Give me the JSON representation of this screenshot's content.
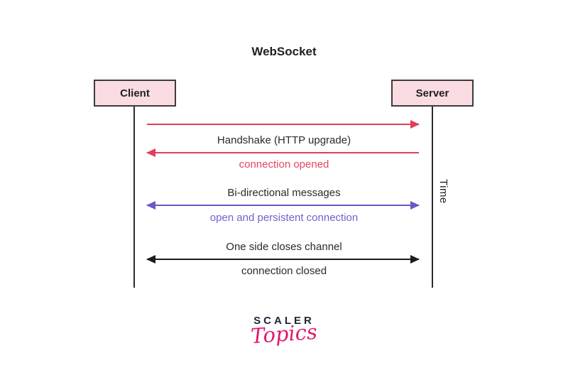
{
  "title": "WebSocket",
  "actors": {
    "client": "Client",
    "server": "Server"
  },
  "time_label": "Time",
  "sequence": [
    {
      "phase": "handshake",
      "request_arrow": "client-to-server",
      "response_arrow": "server-to-client",
      "arrow_color": "#e23e57",
      "label": "Handshake (HTTP upgrade)",
      "note": "connection opened",
      "note_color": "#e8455e"
    },
    {
      "phase": "messaging",
      "arrow": "bidirectional",
      "arrow_color": "#6759c6",
      "label": "Bi-directional messages",
      "note": "open and persistent connection",
      "note_color": "#6f63ca"
    },
    {
      "phase": "close",
      "arrow": "bidirectional",
      "arrow_color": "#1c1c1c",
      "label": "One side closes channel",
      "note": "connection closed",
      "note_color": "#2a2a2a"
    }
  ],
  "logo": {
    "line1": "SCALER",
    "line2": "Topics"
  },
  "colors": {
    "red": "#e23e57",
    "purple": "#6759c6",
    "black": "#1c1c1c",
    "actor_box_fill": "#fbdce2",
    "actor_box_border": "#3c3c3c",
    "logo_navy": "#1d2637",
    "logo_pink": "#e0186e",
    "background": "#ffffff"
  }
}
